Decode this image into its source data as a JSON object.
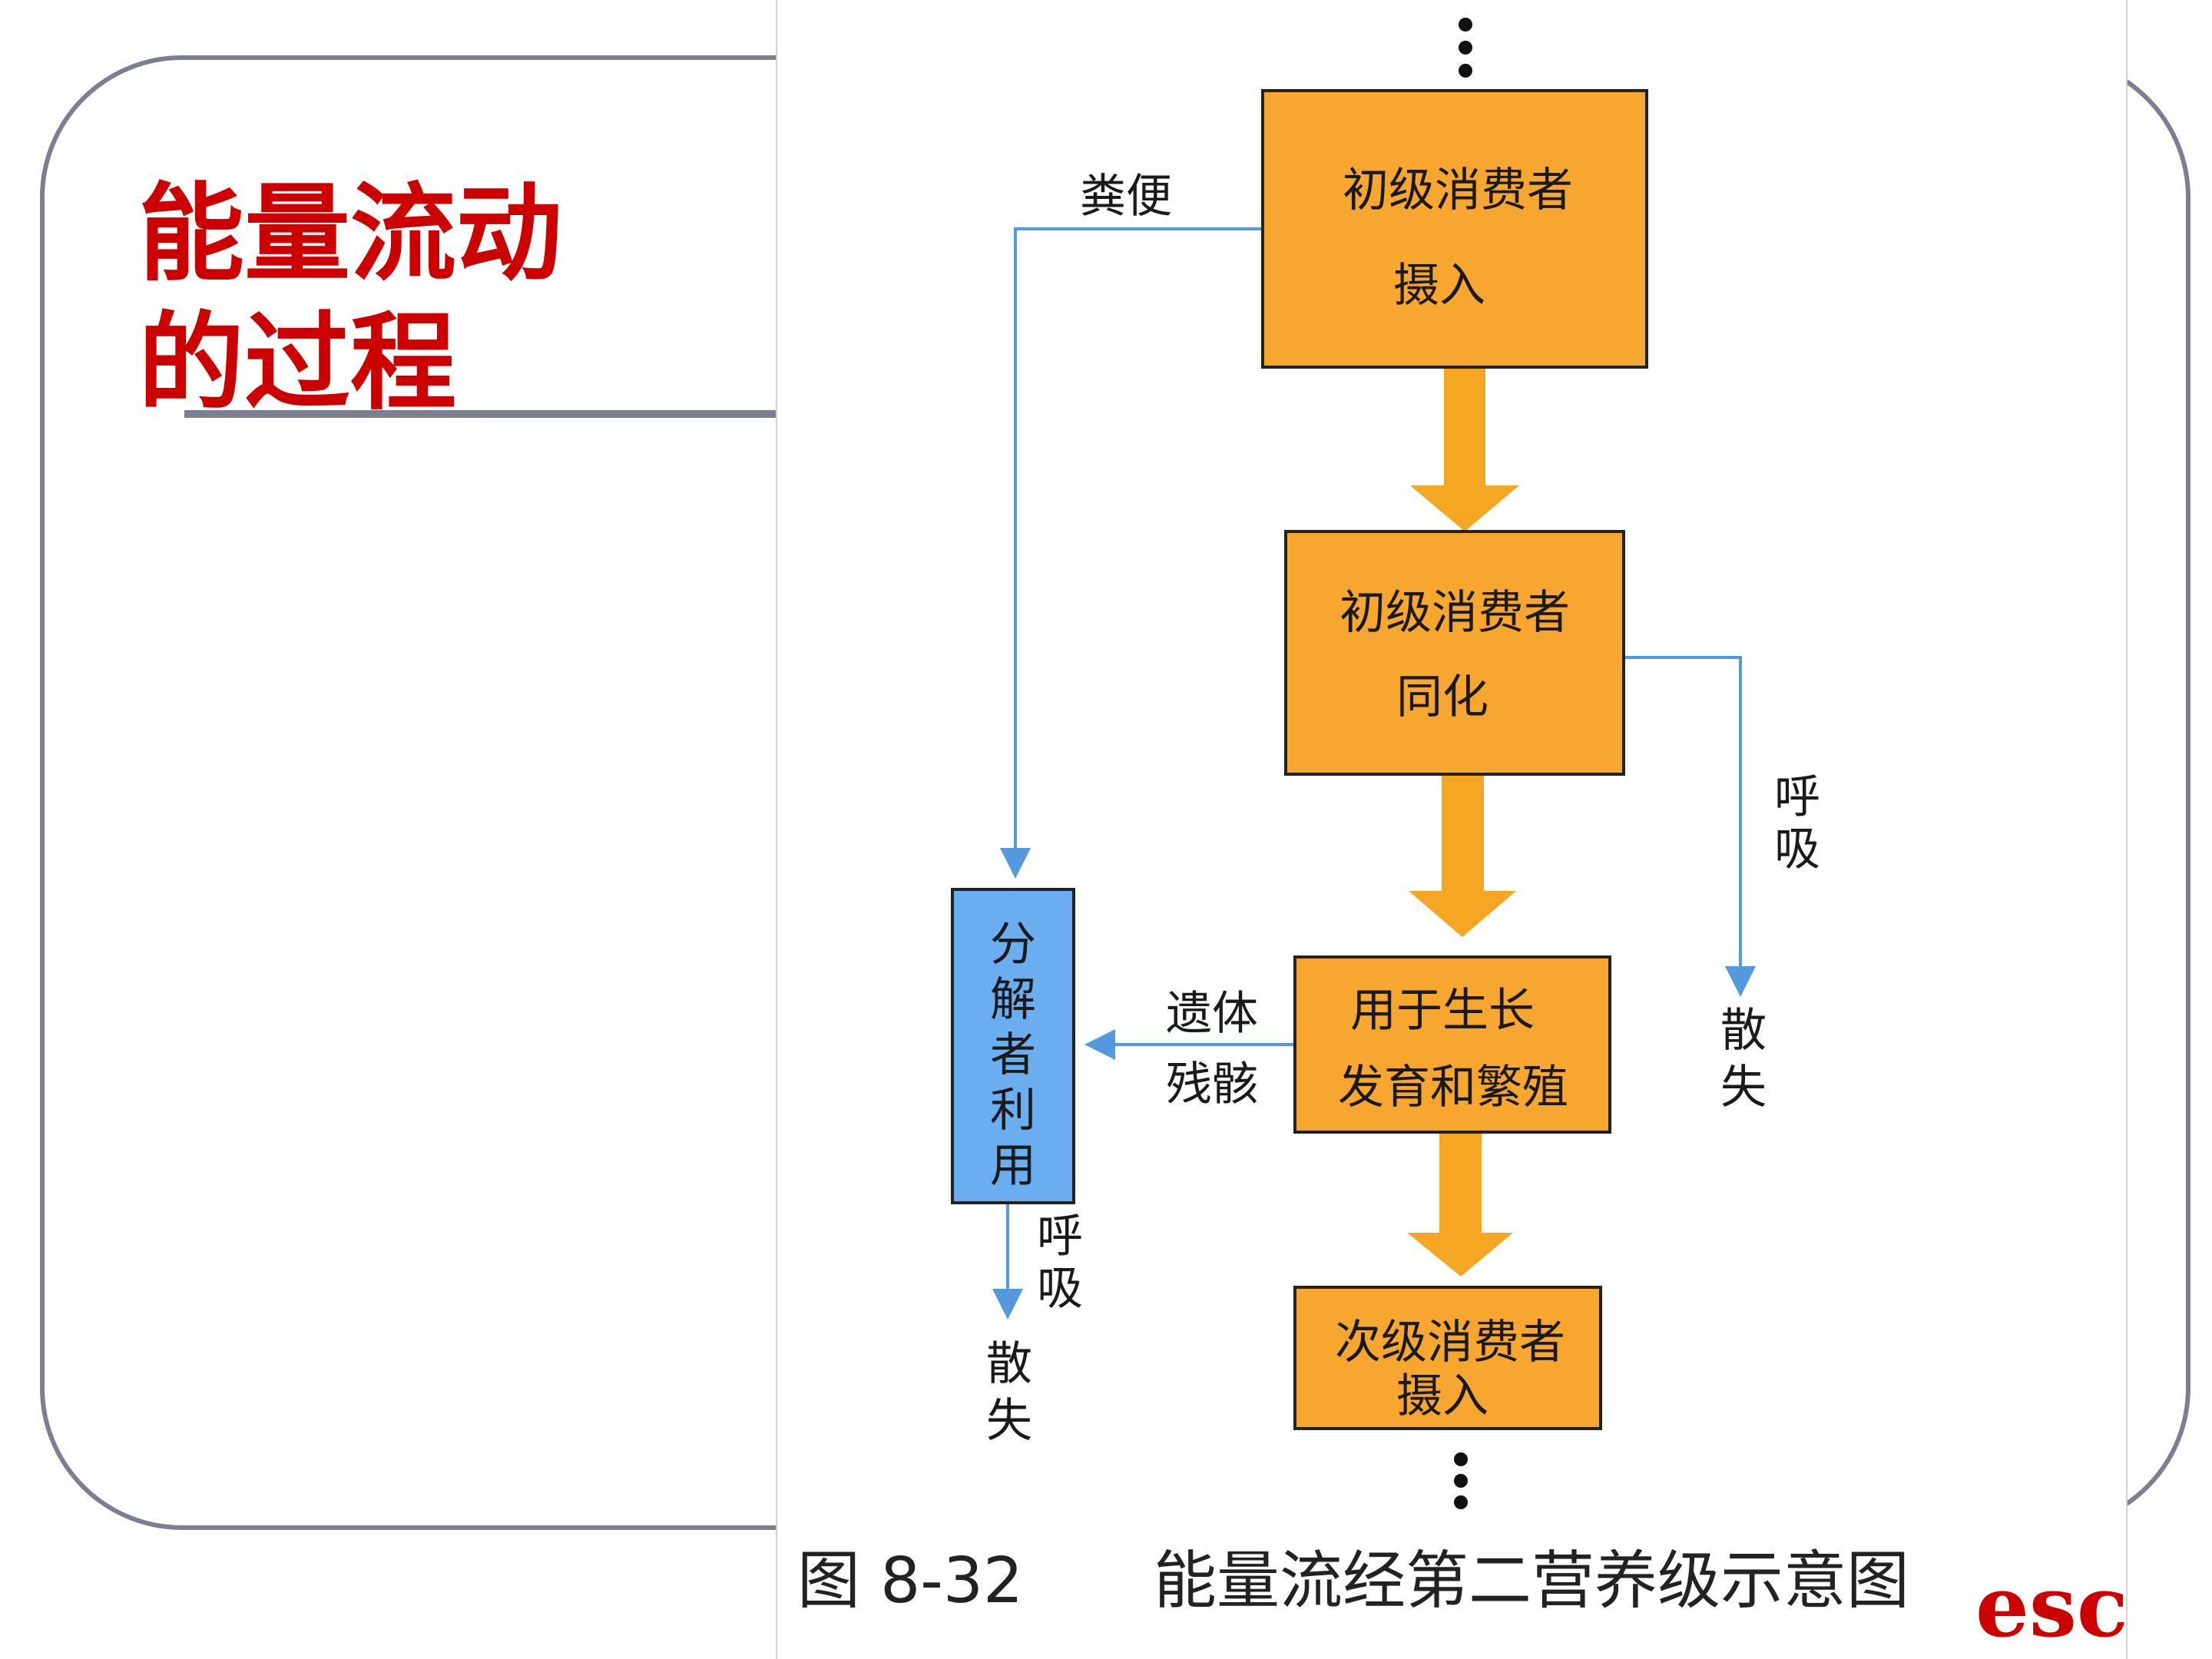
{
  "slide": {
    "title_line1": "能量流动",
    "title_line2": "的过程"
  },
  "figure": {
    "boxes": {
      "intake": [
        "初级消费者",
        "摄入"
      ],
      "assimilation": [
        "初级消费者",
        "同化"
      ],
      "growth": [
        "用于生长",
        "发育和繁殖"
      ],
      "next": [
        "次级消费者",
        "摄入"
      ],
      "decomposer": [
        "分",
        "解",
        "者",
        "利",
        "用"
      ]
    },
    "labels": {
      "feces": "粪便",
      "remains": [
        "遗体",
        "残骸"
      ],
      "respiration_right": [
        "呼",
        "吸"
      ],
      "lost_right": [
        "散",
        "失"
      ],
      "respiration_left": [
        "呼",
        "吸"
      ],
      "lost_left": [
        "散",
        "失"
      ]
    },
    "caption_number": "图 8-32",
    "caption_text": "能量流经第二营养级示意图",
    "watermark": "esc"
  },
  "colors": {
    "title": "#cc0000",
    "box_orange": "#f7a730",
    "box_blue": "#6aaef0",
    "arrow_orange": "#f5a623",
    "arrow_blue": "#5599dd"
  }
}
